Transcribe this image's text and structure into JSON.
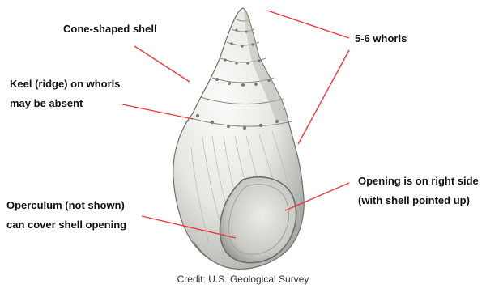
{
  "labels": {
    "cone": "Cone-shaped shell",
    "keel": [
      "Keel (ridge) on whorls",
      "may be absent"
    ],
    "whorls": "5-6 whorls",
    "opening": [
      "Opening is on right side",
      "(with shell pointed up)"
    ],
    "operculum": [
      "Operculum (not shown)",
      "can cover shell opening"
    ]
  },
  "credit": "Credit: U.S. Geological Survey",
  "colors": {
    "leader_line": "#e8393f",
    "label_text": "#111111",
    "shell_light": "#f2f2f0",
    "shell_shadow": "#9a9a96",
    "shell_outline": "#6e6e6a"
  }
}
